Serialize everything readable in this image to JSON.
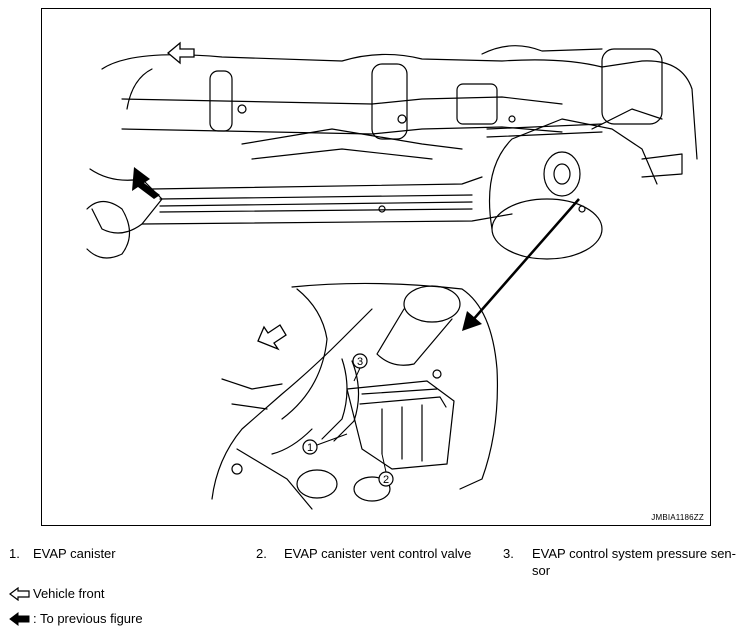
{
  "figure": {
    "code": "JMBIA1186ZZ"
  },
  "legend": [
    {
      "num": "1.",
      "text": "EVAP canister"
    },
    {
      "num": "2.",
      "text": "EVAP canister vent control valve"
    },
    {
      "num": "3.",
      "text": "EVAP control system pressure sen-",
      "text2": "sor"
    }
  ],
  "callouts": [
    "1",
    "2",
    "3"
  ],
  "notes": {
    "vehicle_front": "Vehicle front",
    "previous_figure": ": To previous figure"
  },
  "icons": [
    "vehicle-front-arrow-icon",
    "previous-figure-arrow-icon"
  ]
}
